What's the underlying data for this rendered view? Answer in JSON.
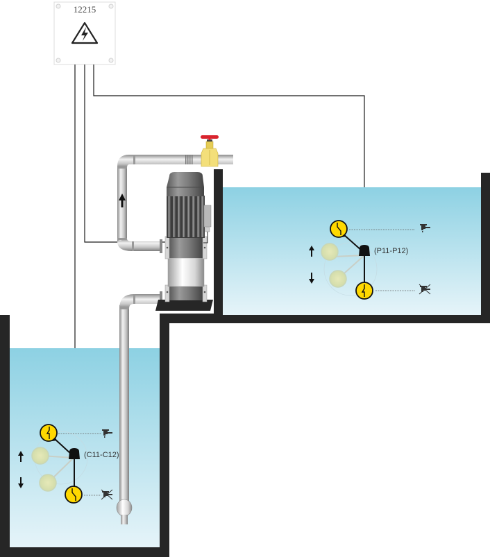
{
  "control_panel": {
    "code": "12215",
    "icon": "high-voltage-warning-icon"
  },
  "upper_tank": {
    "sensor_label": "(P11-P12)",
    "high_level_icon": "tap-open-icon",
    "low_level_icon": "tap-closed-icon",
    "up_arrow_icon": "arrow-up-icon",
    "down_arrow_icon": "arrow-down-icon"
  },
  "lower_tank": {
    "sensor_label": "(C11-C12)",
    "high_level_icon": "tap-open-icon",
    "low_level_icon": "tap-closed-icon",
    "up_arrow_icon": "arrow-up-icon",
    "down_arrow_icon": "arrow-down-icon"
  },
  "pump": {
    "flow_arrow_icon": "arrow-up-icon",
    "valve_icon": "gate-valve-icon"
  },
  "colors": {
    "water_top": "#8dd1e3",
    "water_bottom": "#e3f3f9",
    "wall": "#262626",
    "float_yellow": "#ffd800",
    "valve_red": "#d9232d",
    "valve_brass": "#f3df7a"
  }
}
